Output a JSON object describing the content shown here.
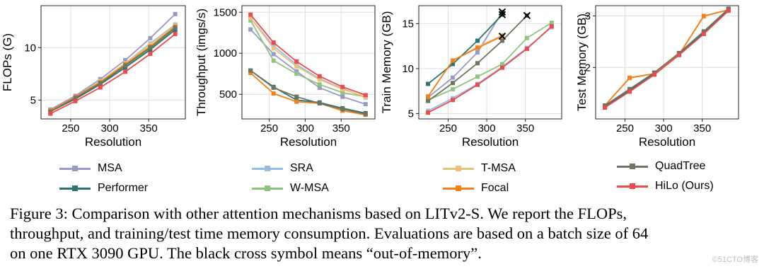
{
  "legend": [
    {
      "name": "MSA",
      "color": "#9999c8"
    },
    {
      "name": "Performer",
      "color": "#2e7373"
    },
    {
      "name": "SRA",
      "color": "#95bde0"
    },
    {
      "name": "W-MSA",
      "color": "#8fc47e"
    },
    {
      "name": "T-MSA",
      "color": "#eac27a"
    },
    {
      "name": "Focal",
      "color": "#f4801c"
    },
    {
      "name": "QuadTree",
      "color": "#6b7560"
    },
    {
      "name": "HiLo (Ours)",
      "color": "#ec4a4e"
    }
  ],
  "caption": {
    "line1": "Figure 3: Comparison with other attention mechanisms based on LITv2-S. We report the FLOPs,",
    "line2": "throughput, and training/test time memory consumption. Evaluations are based on a batch size of 64",
    "line3": "on one RTX 3090 GPU. The black cross symbol means “out-of-memory”."
  },
  "watermark": "©51CTO博客",
  "chart_data": [
    {
      "type": "line",
      "xlabel": "Resolution",
      "ylabel": "FLOPs (G)",
      "xlim": [
        212,
        397
      ],
      "ylim": [
        3.2,
        14.0
      ],
      "xticks": [
        250,
        300,
        350
      ],
      "yticks": [
        5,
        10
      ],
      "grid": true,
      "x": [
        224,
        256,
        288,
        320,
        352,
        384
      ],
      "series": [
        {
          "name": "MSA",
          "values": [
            4.1,
            5.4,
            7.0,
            8.8,
            10.9,
            13.2
          ]
        },
        {
          "name": "Performer",
          "values": [
            3.9,
            5.1,
            6.5,
            8.1,
            9.8,
            11.7
          ]
        },
        {
          "name": "SRA",
          "values": [
            4.0,
            5.3,
            6.8,
            8.5,
            10.4,
            12.2
          ]
        },
        {
          "name": "W-MSA",
          "values": [
            3.9,
            5.2,
            6.6,
            8.2,
            9.9,
            11.8
          ]
        },
        {
          "name": "T-MSA",
          "values": [
            4.0,
            5.3,
            6.8,
            8.5,
            10.3,
            12.1
          ]
        },
        {
          "name": "Focal",
          "values": [
            4.0,
            5.3,
            6.7,
            8.4,
            10.1,
            12.0
          ]
        },
        {
          "name": "QuadTree",
          "values": [
            3.9,
            5.2,
            6.6,
            8.3,
            10.0,
            11.9
          ]
        },
        {
          "name": "HiLo (Ours)",
          "values": [
            3.7,
            4.9,
            6.2,
            7.7,
            9.4,
            11.3
          ]
        }
      ]
    },
    {
      "type": "line",
      "xlabel": "Resolution",
      "ylabel": "Throughput (imgs/s)",
      "xlim": [
        212,
        397
      ],
      "ylim": [
        200,
        1580
      ],
      "xticks": [
        250,
        300,
        350
      ],
      "yticks": [
        500,
        1000,
        1500
      ],
      "grid": true,
      "x": [
        224,
        256,
        288,
        320,
        352,
        384
      ],
      "series": [
        {
          "name": "MSA",
          "values": [
            1290,
            990,
            780,
            580,
            470,
            380
          ]
        },
        {
          "name": "Performer",
          "values": [
            790,
            590,
            430,
            400,
            330,
            270
          ]
        },
        {
          "name": "SRA",
          "values": [
            1430,
            1090,
            860,
            690,
            570,
            460
          ]
        },
        {
          "name": "W-MSA",
          "values": [
            1400,
            910,
            750,
            620,
            520,
            470
          ]
        },
        {
          "name": "T-MSA",
          "values": [
            1430,
            1060,
            840,
            680,
            560,
            470
          ]
        },
        {
          "name": "Focal",
          "values": [
            760,
            510,
            410,
            390,
            300,
            250
          ]
        },
        {
          "name": "QuadTree",
          "values": [
            790,
            580,
            470,
            390,
            320,
            260
          ]
        },
        {
          "name": "HiLo (Ours)",
          "values": [
            1470,
            1130,
            900,
            720,
            590,
            490
          ]
        }
      ]
    },
    {
      "type": "line",
      "xlabel": "Resolution",
      "ylabel": "Train Memory (GB)",
      "xlim": [
        212,
        397
      ],
      "ylim": [
        4.4,
        17.0
      ],
      "xticks": [
        250,
        300,
        350
      ],
      "yticks": [
        5,
        10,
        15
      ],
      "grid": true,
      "x": [
        224,
        256,
        288,
        320,
        352,
        384
      ],
      "series": [
        {
          "name": "MSA",
          "values": [
            6.8,
            9.0,
            11.8,
            16.3,
            null,
            null
          ]
        },
        {
          "name": "Performer",
          "values": [
            8.3,
            10.5,
            13.1,
            16.0,
            null,
            null
          ]
        },
        {
          "name": "SRA",
          "values": [
            5.3,
            6.7,
            8.3,
            10.2,
            12.3,
            14.6
          ]
        },
        {
          "name": "W-MSA",
          "values": [
            6.5,
            7.7,
            9.1,
            10.5,
            13.4,
            15.1
          ]
        },
        {
          "name": "T-MSA",
          "values": [
            6.9,
            10.9,
            12.4,
            13.7,
            null,
            null
          ]
        },
        {
          "name": "Focal",
          "values": [
            6.9,
            10.9,
            12.3,
            13.6,
            null,
            null
          ]
        },
        {
          "name": "QuadTree",
          "values": [
            6.4,
            8.4,
            10.6,
            13.1,
            15.9,
            null
          ]
        },
        {
          "name": "HiLo (Ours)",
          "values": [
            5.1,
            6.5,
            8.2,
            10.1,
            12.2,
            14.7
          ]
        }
      ],
      "out_of_memory": [
        {
          "series": "MSA",
          "x": 320,
          "y": 16.3
        },
        {
          "series": "Performer",
          "x": 320,
          "y": 16.0
        },
        {
          "series": "Focal",
          "x": 320,
          "y": 13.6
        },
        {
          "series": "QuadTree",
          "x": 352,
          "y": 15.9
        }
      ]
    },
    {
      "type": "line",
      "xlabel": "Resolution",
      "ylabel": "Test Memory (GB)",
      "xlim": [
        212,
        397
      ],
      "ylim": [
        1.0,
        3.2
      ],
      "xticks": [
        250,
        300,
        350
      ],
      "yticks": [
        2,
        3
      ],
      "grid": true,
      "x": [
        224,
        256,
        288,
        320,
        352,
        384
      ],
      "series": [
        {
          "name": "MSA",
          "values": [
            1.25,
            1.56,
            1.89,
            2.27,
            2.68,
            3.13
          ]
        },
        {
          "name": "Performer",
          "values": [
            1.25,
            1.55,
            1.88,
            2.26,
            2.68,
            3.13
          ]
        },
        {
          "name": "SRA",
          "values": [
            1.24,
            1.55,
            1.88,
            2.26,
            2.67,
            3.12
          ]
        },
        {
          "name": "W-MSA",
          "values": [
            1.25,
            1.56,
            1.89,
            2.27,
            2.68,
            3.13
          ]
        },
        {
          "name": "T-MSA",
          "values": [
            1.26,
            1.79,
            1.88,
            2.25,
            2.99,
            3.12
          ]
        },
        {
          "name": "Focal",
          "values": [
            1.26,
            1.8,
            1.88,
            2.25,
            3.0,
            3.12
          ]
        },
        {
          "name": "QuadTree",
          "values": [
            1.26,
            1.58,
            1.9,
            2.28,
            2.7,
            3.14
          ]
        },
        {
          "name": "HiLo (Ours)",
          "values": [
            1.22,
            1.53,
            1.86,
            2.24,
            2.65,
            3.1
          ]
        }
      ]
    }
  ]
}
